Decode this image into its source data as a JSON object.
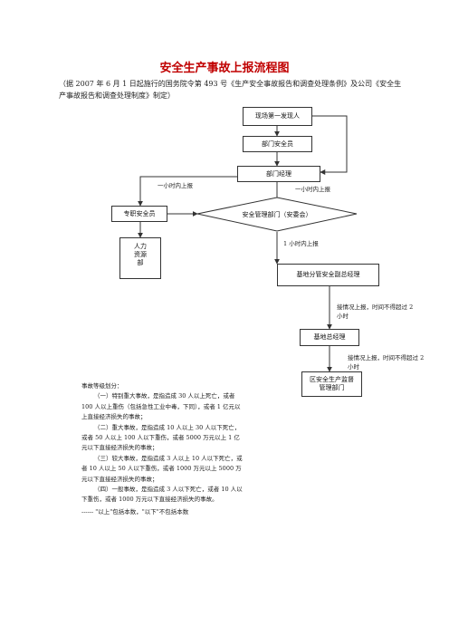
{
  "title": "安全生产事故上报流程图",
  "intro": "（据 2007 年 6 月 1 日起施行的国务院令第 493 号《生产安全事故报告和调查处理条例》及公司《安全生产事故报告和调查处理制度》制定）",
  "nodes": {
    "witness": "现场第一发现人",
    "dept_safety": "部门安全员",
    "dept_manager": "部门经理",
    "full_time_safety": "专职安全员",
    "safety_dept": "安全管理部门（安委会）",
    "hr": "人力资源部",
    "vp": "基地分管安全副总经理",
    "gm": "基地总经理",
    "district": "区安全生产监督管理部门"
  },
  "edges": {
    "one_hour_left": "一小时内上报",
    "one_hour_right": "一小时内上报",
    "one_hour_down": "1 小时内上报",
    "report_2h_a": "接情况上报，时间不得超过 2 小时",
    "report_2h_b": "接情况上报，时间不得超过 2 小时"
  },
  "grading": {
    "heading": "事故等级划分：",
    "items": [
      "（一）特别重大事故，是指造成 30 人以上死亡，或者 100 人以上重伤（包括急性工业中毒，下同），或者 1 亿元以上直接经济损失的事故；",
      "（二）重大事故，是指造成 10 人以上 30 人以下死亡，或者 50 人以上 100 人以下重伤，或者 5000 万元以上 1 亿元以下直接经济损失的事故；",
      "（三）较大事故，是指造成 3 人以上 10 人以下死亡，或者 10 人以上 50 人以下重伤，或者 1000 万元以上 5000 万元以下直接经济损失的事故；",
      "（四）一般事故，是指造成 3 人以下死亡，或者 10 人以下重伤，或者 1000 万元以下直接经济损失的事故。"
    ],
    "note": "------ \"以上\"包括本数，\"以下\"不包括本数"
  }
}
